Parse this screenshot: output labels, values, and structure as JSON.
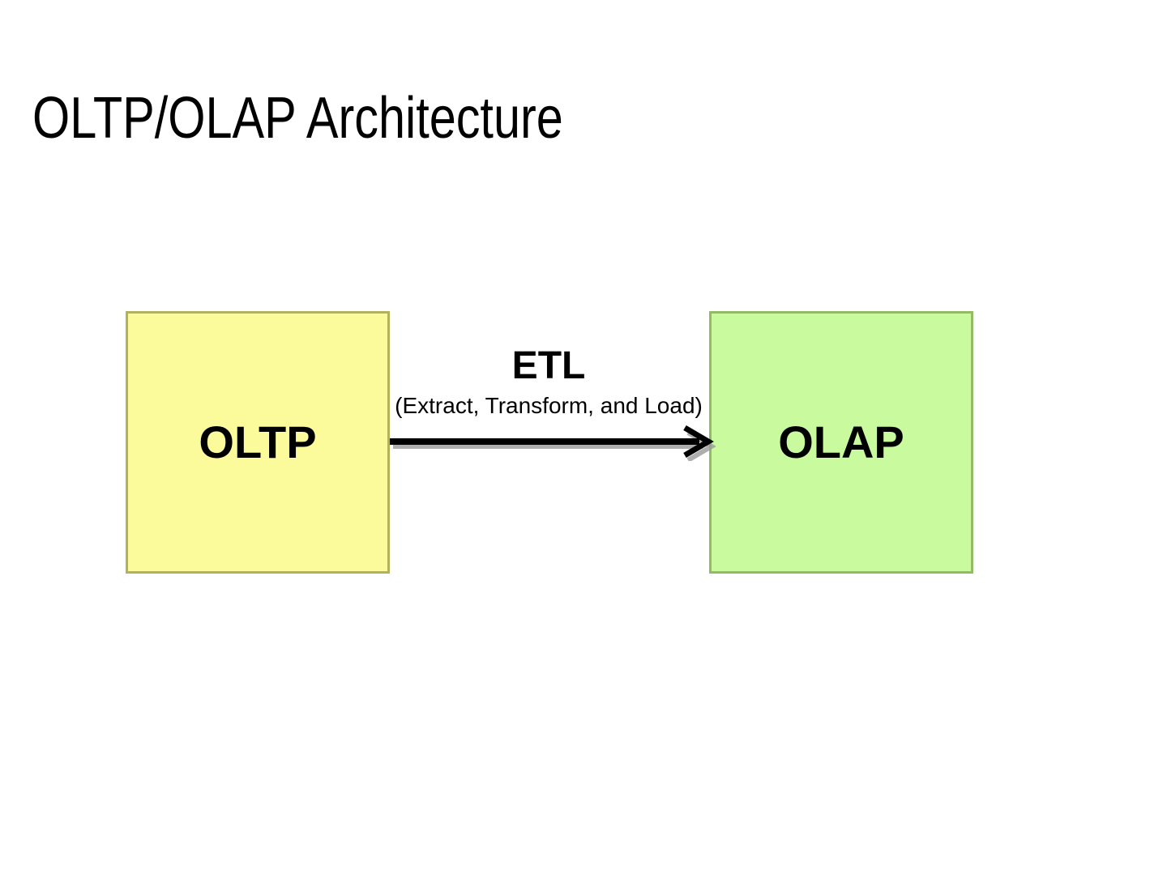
{
  "title": "OLTP/OLAP Architecture",
  "background_color": "#FFFFFF",
  "text_color": "#000000",
  "diagram": {
    "nodes": [
      {
        "id": "oltp",
        "label": "OLTP",
        "fill": "#FBFB9B",
        "border_color": "#B1B15E"
      },
      {
        "id": "olap",
        "label": "OLAP",
        "fill": "#C9FB9E",
        "border_color": "#93BB66"
      }
    ],
    "edge": {
      "from": "oltp",
      "to": "olap",
      "label": "ETL",
      "sublabel": "(Extract, Transform, and Load)",
      "line_color": "#000000",
      "shadow_color": "#9A9A9A"
    }
  }
}
